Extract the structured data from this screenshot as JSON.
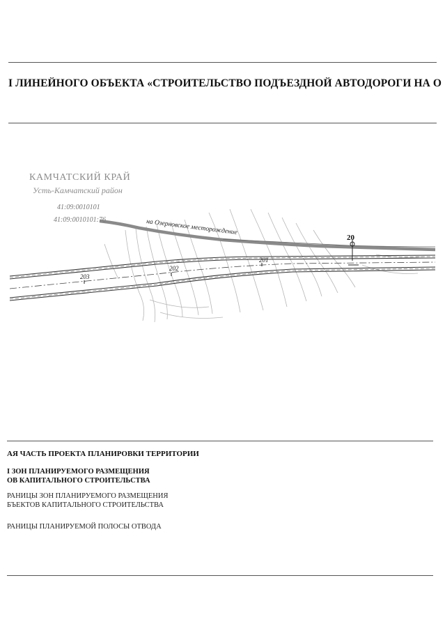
{
  "document": {
    "title": "I ЛИНЕЙНОГО ОБЪЕКТА «СТРОИТЕЛЬСТВО ПОДЪЕЗДНОЙ АВТОДОРОГИ НА О"
  },
  "map": {
    "region": "КАМЧАТСКИЙ КРАЙ",
    "district": "Усть-Камчатский район",
    "cadastral_1": "41:09:0010101",
    "cadastral_2": "41:09:0010101:76",
    "road_label": "на Озерновское месторождение",
    "pickets": [
      "203",
      "202",
      "201"
    ],
    "point_label": "20"
  },
  "legend": {
    "heading": "АЯ ЧАСТЬ ПРОЕКТА ПЛАНИРОВКИ ТЕРРИТОРИИ",
    "subheading_line1": "I ЗОН ПЛАНИРУЕМОГО РАЗМЕЩЕНИЯ",
    "subheading_line2": "ОВ КАПИТАЛЬНОГО СТРОИТЕЛЬСТВА",
    "item1_line1": "РАНИЦЫ ЗОН ПЛАНИРУЕМОГО РАЗМЕЩЕНИЯ",
    "item1_line2": "БЪЕКТОВ КАПИТАЛЬНОГО СТРОИТЕЛЬСТВА",
    "item2": "РАНИЦЫ ПЛАНИРУЕМОЙ ПОЛОСЫ ОТВОДА"
  }
}
